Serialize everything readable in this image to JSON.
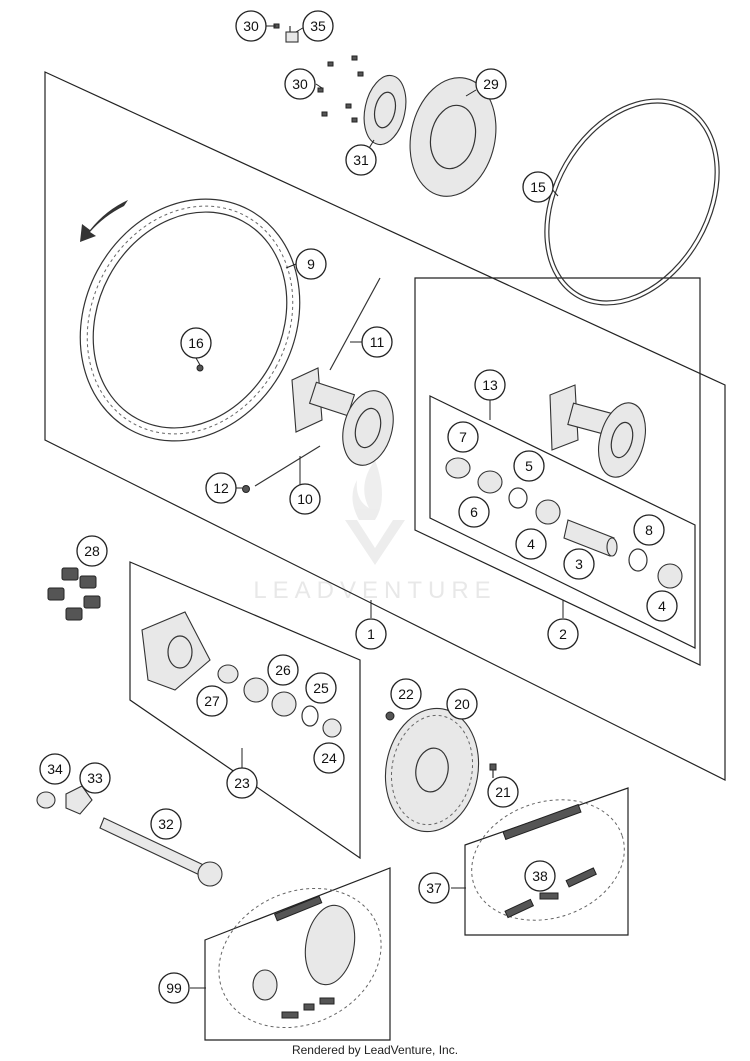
{
  "watermark": "LEADVENTURE",
  "footer": "Rendered by LeadVenture, Inc.",
  "callouts": [
    {
      "id": "1",
      "label": "1"
    },
    {
      "id": "2",
      "label": "2"
    },
    {
      "id": "3",
      "label": "3"
    },
    {
      "id": "4a",
      "label": "4"
    },
    {
      "id": "4b",
      "label": "4"
    },
    {
      "id": "5",
      "label": "5"
    },
    {
      "id": "6",
      "label": "6"
    },
    {
      "id": "7",
      "label": "7"
    },
    {
      "id": "8",
      "label": "8"
    },
    {
      "id": "9",
      "label": "9"
    },
    {
      "id": "10",
      "label": "10"
    },
    {
      "id": "11",
      "label": "11"
    },
    {
      "id": "12",
      "label": "12"
    },
    {
      "id": "13",
      "label": "13"
    },
    {
      "id": "15",
      "label": "15"
    },
    {
      "id": "16",
      "label": "16"
    },
    {
      "id": "20",
      "label": "20"
    },
    {
      "id": "21",
      "label": "21"
    },
    {
      "id": "22",
      "label": "22"
    },
    {
      "id": "23",
      "label": "23"
    },
    {
      "id": "24",
      "label": "24"
    },
    {
      "id": "25",
      "label": "25"
    },
    {
      "id": "26",
      "label": "26"
    },
    {
      "id": "27",
      "label": "27"
    },
    {
      "id": "28",
      "label": "28"
    },
    {
      "id": "29",
      "label": "29"
    },
    {
      "id": "30a",
      "label": "30"
    },
    {
      "id": "30b",
      "label": "30"
    },
    {
      "id": "31",
      "label": "31"
    },
    {
      "id": "32",
      "label": "32"
    },
    {
      "id": "33",
      "label": "33"
    },
    {
      "id": "34",
      "label": "34"
    },
    {
      "id": "35",
      "label": "35"
    },
    {
      "id": "37",
      "label": "37"
    },
    {
      "id": "38",
      "label": "38"
    },
    {
      "id": "99",
      "label": "99"
    }
  ]
}
